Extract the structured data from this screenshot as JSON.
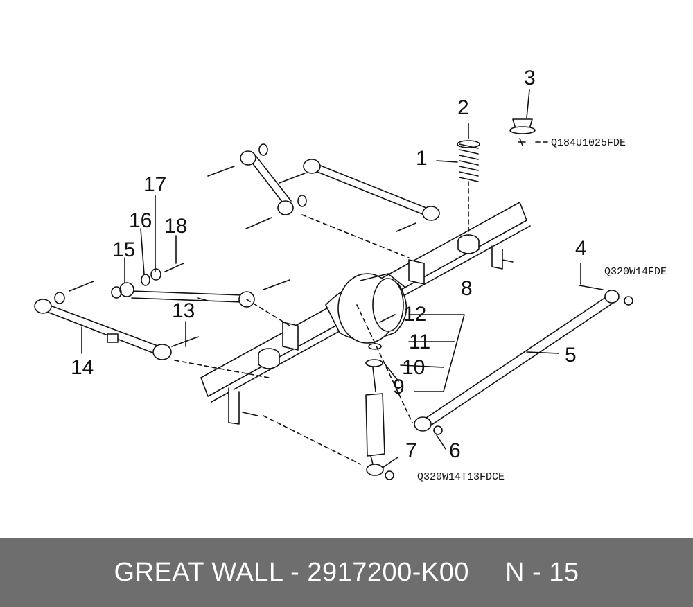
{
  "callouts": {
    "c1": "1",
    "c2": "2",
    "c3": "3",
    "c4": "4",
    "c5": "5",
    "c6": "6",
    "c7": "7",
    "c8": "8",
    "c9": "9",
    "c10": "10",
    "c11": "11",
    "c12": "12",
    "c13": "13",
    "c14": "14",
    "c15": "15",
    "c16": "16",
    "c17": "17",
    "c18": "18"
  },
  "part_codes": {
    "bolt_top": "Q184U1025FDE",
    "nut_right": "Q320W14FDE",
    "nut_bottom": "Q320W14T13FDCE"
  },
  "footer": {
    "brand_part": "GREAT WALL - 2917200-K00",
    "page": "N - 15"
  },
  "colors": {
    "line": "#111111",
    "footer_bg": "#6e6e6e",
    "footer_text": "#ffffff"
  }
}
